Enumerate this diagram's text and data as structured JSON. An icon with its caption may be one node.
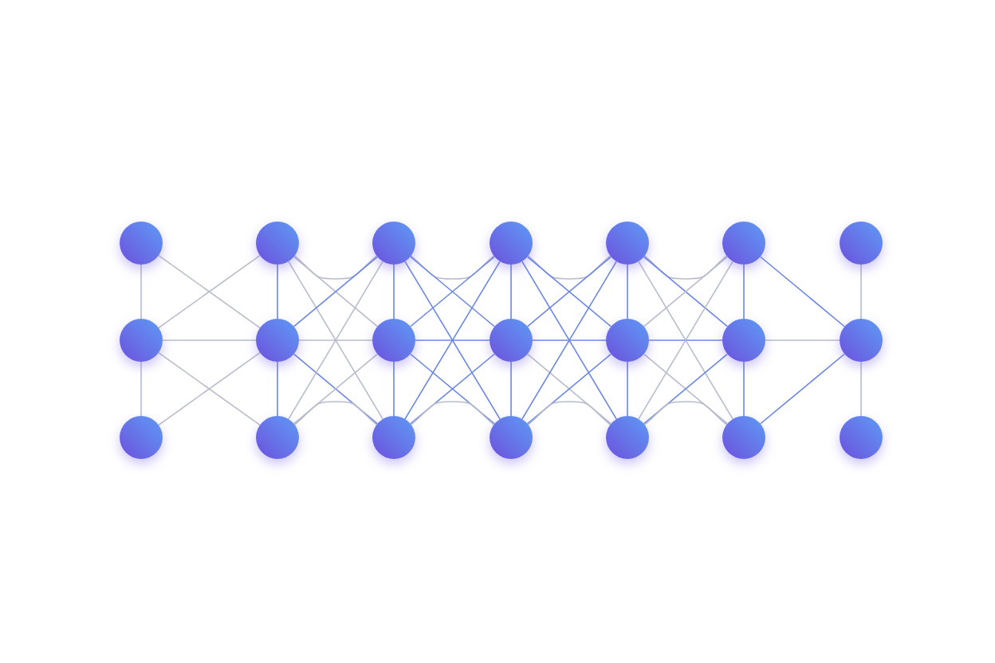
{
  "diagram": {
    "nodes": [
      {
        "text": [],
        "shape": "circle"
      },
      {
        "text": [],
        "shape": "circle"
      },
      {
        "text": [],
        "shape": "circle"
      },
      {
        "text": [],
        "shape": "circle"
      },
      {
        "text": [],
        "shape": "circle"
      },
      {
        "text": [],
        "shape": "circle"
      },
      {
        "text": [],
        "shape": "circle"
      },
      {
        "text": [],
        "shape": "circle"
      },
      {
        "text": [],
        "shape": "circle"
      },
      {
        "text": [],
        "shape": "circle"
      },
      {
        "text": [],
        "shape": "circle"
      },
      {
        "text": [],
        "shape": "circle"
      },
      {
        "text": [],
        "shape": "circle"
      },
      {
        "text": [],
        "shape": "circle"
      },
      {
        "text": [],
        "shape": "circle"
      },
      {
        "text": [],
        "shape": "circle"
      },
      {
        "text": [],
        "shape": "circle"
      },
      {
        "text": [],
        "shape": "circle"
      },
      {
        "text": [],
        "shape": "circle"
      },
      {
        "text": [],
        "shape": "circle"
      },
      {
        "text": [],
        "shape": "circle"
      }
    ],
    "edges": [
      {
        "from": 0,
        "to": 1,
        "arrow": "none",
        "color": "#b8bccd"
      },
      {
        "from": 1,
        "to": 2,
        "arrow": "none",
        "color": "#b8bccd"
      },
      {
        "from": 0,
        "to": 4,
        "arrow": "none",
        "color": "#b8bccd"
      },
      {
        "from": 1,
        "to": 3,
        "arrow": "none",
        "color": "#b8bccd"
      },
      {
        "from": 1,
        "to": 4,
        "arrow": "none",
        "color": "#b8bccd"
      },
      {
        "from": 1,
        "to": 5,
        "arrow": "none",
        "color": "#b8bccd"
      },
      {
        "from": 2,
        "to": 4,
        "arrow": "none",
        "color": "#b8bccd"
      },
      {
        "from": 3,
        "to": 4,
        "arrow": "none"
      },
      {
        "from": 4,
        "to": 5,
        "arrow": "none"
      },
      {
        "from": 3,
        "to": 6,
        "arrow": "none",
        "color": "#b8bccd"
      },
      {
        "from": 3,
        "to": 7,
        "arrow": "none",
        "color": "#b8bccd"
      },
      {
        "from": 3,
        "to": 8,
        "arrow": "none",
        "color": "#b8bccd"
      },
      {
        "from": 4,
        "to": 6,
        "arrow": "none"
      },
      {
        "from": 4,
        "to": 7,
        "arrow": "none",
        "color": "#b8bccd"
      },
      {
        "from": 4,
        "to": 8,
        "arrow": "none"
      },
      {
        "from": 5,
        "to": 6,
        "arrow": "none",
        "color": "#b8bccd"
      },
      {
        "from": 5,
        "to": 7,
        "arrow": "none",
        "color": "#b8bccd"
      },
      {
        "from": 5,
        "to": 8,
        "arrow": "none",
        "color": "#b8bccd"
      },
      {
        "from": 6,
        "to": 7,
        "arrow": "none"
      },
      {
        "from": 7,
        "to": 8,
        "arrow": "none"
      },
      {
        "from": 6,
        "to": 9,
        "arrow": "none",
        "color": "#b8bccd"
      },
      {
        "from": 6,
        "to": 10,
        "arrow": "none"
      },
      {
        "from": 6,
        "to": 11,
        "arrow": "none"
      },
      {
        "from": 7,
        "to": 9,
        "arrow": "none"
      },
      {
        "from": 7,
        "to": 10,
        "arrow": "none"
      },
      {
        "from": 7,
        "to": 11,
        "arrow": "none"
      },
      {
        "from": 8,
        "to": 9,
        "arrow": "none"
      },
      {
        "from": 8,
        "to": 10,
        "arrow": "none"
      },
      {
        "from": 8,
        "to": 11,
        "arrow": "none",
        "color": "#b8bccd"
      },
      {
        "from": 9,
        "to": 10,
        "arrow": "none"
      },
      {
        "from": 10,
        "to": 11,
        "arrow": "none"
      },
      {
        "from": 9,
        "to": 12,
        "arrow": "none",
        "color": "#b8bccd"
      },
      {
        "from": 9,
        "to": 13,
        "arrow": "none"
      },
      {
        "from": 9,
        "to": 14,
        "arrow": "none"
      },
      {
        "from": 10,
        "to": 12,
        "arrow": "none"
      },
      {
        "from": 10,
        "to": 13,
        "arrow": "none"
      },
      {
        "from": 10,
        "to": 14,
        "arrow": "none",
        "color": "#b8bccd"
      },
      {
        "from": 11,
        "to": 12,
        "arrow": "none"
      },
      {
        "from": 11,
        "to": 13,
        "arrow": "none"
      },
      {
        "from": 11,
        "to": 14,
        "arrow": "none",
        "color": "#b8bccd"
      },
      {
        "from": 12,
        "to": 13,
        "arrow": "none"
      },
      {
        "from": 13,
        "to": 14,
        "arrow": "none"
      },
      {
        "from": 12,
        "to": 15,
        "arrow": "none",
        "color": "#b8bccd"
      },
      {
        "from": 12,
        "to": 16,
        "arrow": "none"
      },
      {
        "from": 12,
        "to": 17,
        "arrow": "none",
        "color": "#b8bccd"
      },
      {
        "from": 13,
        "to": 15,
        "arrow": "none",
        "color": "#b8bccd"
      },
      {
        "from": 13,
        "to": 16,
        "arrow": "none"
      },
      {
        "from": 13,
        "to": 17,
        "arrow": "none",
        "color": "#b8bccd"
      },
      {
        "from": 14,
        "to": 15,
        "arrow": "none",
        "color": "#b8bccd"
      },
      {
        "from": 14,
        "to": 16,
        "arrow": "none"
      },
      {
        "from": 14,
        "to": 17,
        "arrow": "none",
        "color": "#b8bccd"
      },
      {
        "from": 15,
        "to": 16,
        "arrow": "none"
      },
      {
        "from": 16,
        "to": 17,
        "arrow": "none"
      },
      {
        "from": 15,
        "to": 19,
        "arrow": "none"
      },
      {
        "from": 16,
        "to": 19,
        "arrow": "none",
        "color": "#b8bccd"
      },
      {
        "from": 17,
        "to": 19,
        "arrow": "none"
      },
      {
        "from": 18,
        "to": 19,
        "arrow": "none",
        "color": "#b8bccd"
      },
      {
        "from": 19,
        "to": 20,
        "arrow": "none",
        "color": "#b8bccd"
      }
    ]
  }
}
